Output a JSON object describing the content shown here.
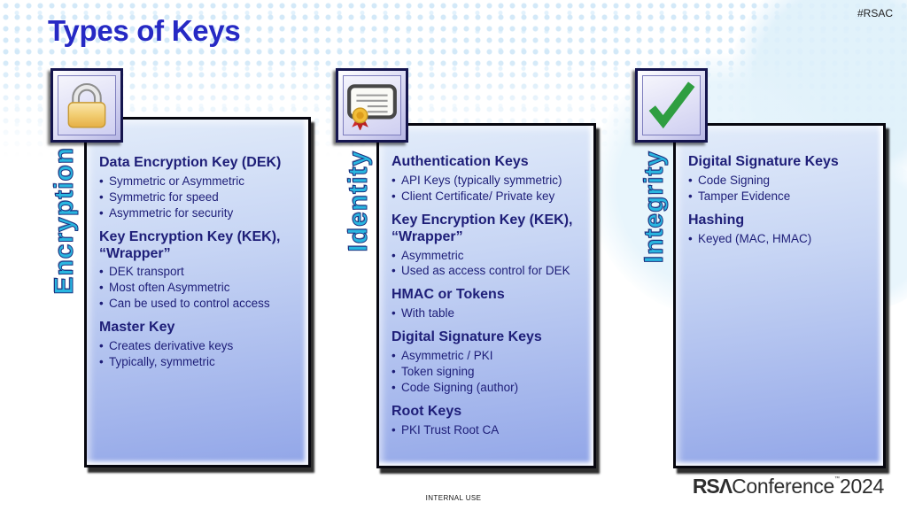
{
  "slide": {
    "title": "Types of Keys",
    "hashtag": "#RSAC",
    "footer_note": "INTERNAL USE",
    "logo": {
      "brand_bold": "RSΛ",
      "brand_light": "Conference",
      "trademark": "™",
      "year": "2024"
    }
  },
  "columns": [
    {
      "label": "Encryption",
      "icon": "padlock-icon",
      "sections": [
        {
          "heading": "Data Encryption Key (DEK)",
          "bullets": [
            "Symmetric or Asymmetric",
            "Symmetric for speed",
            "Asymmetric for security"
          ]
        },
        {
          "heading": "Key Encryption Key (KEK), “Wrapper”",
          "bullets": [
            "DEK transport",
            "Most often Asymmetric",
            "Can be used to control access"
          ]
        },
        {
          "heading": "Master Key",
          "bullets": [
            "Creates derivative keys",
            "Typically, symmetric"
          ]
        }
      ]
    },
    {
      "label": "Identity",
      "icon": "certificate-icon",
      "sections": [
        {
          "heading": "Authentication Keys",
          "bullets": [
            "API Keys (typically symmetric)",
            "Client Certificate/ Private key"
          ]
        },
        {
          "heading": "Key Encryption Key (KEK), “Wrapper”",
          "bullets": [
            "Asymmetric",
            "Used as access control for DEK"
          ]
        },
        {
          "heading": "HMAC or Tokens",
          "bullets": [
            "With table"
          ]
        },
        {
          "heading": "Digital Signature Keys",
          "bullets": [
            "Asymmetric / PKI",
            "Token signing",
            "Code Signing (author)"
          ]
        },
        {
          "heading": "Root Keys",
          "bullets": [
            "PKI Trust Root CA"
          ]
        }
      ]
    },
    {
      "label": "Integrity",
      "icon": "checkmark-icon",
      "sections": [
        {
          "heading": "Digital Signature Keys",
          "bullets": [
            "Code Signing",
            "Tamper Evidence"
          ]
        },
        {
          "heading": "Hashing",
          "bullets": [
            "Keyed (MAC, HMAC)"
          ]
        }
      ]
    }
  ],
  "colors": {
    "title": "#2629c4",
    "heading": "#1e1e78",
    "label_cyan": "#29b6e0",
    "label_outline": "#1b3380",
    "panel_top": "#e2ecfa",
    "panel_bottom": "#92a6e8",
    "check_green": "#2f9e41",
    "lock_gold": "#eec056",
    "ribbon_red": "#cc2b2b"
  }
}
